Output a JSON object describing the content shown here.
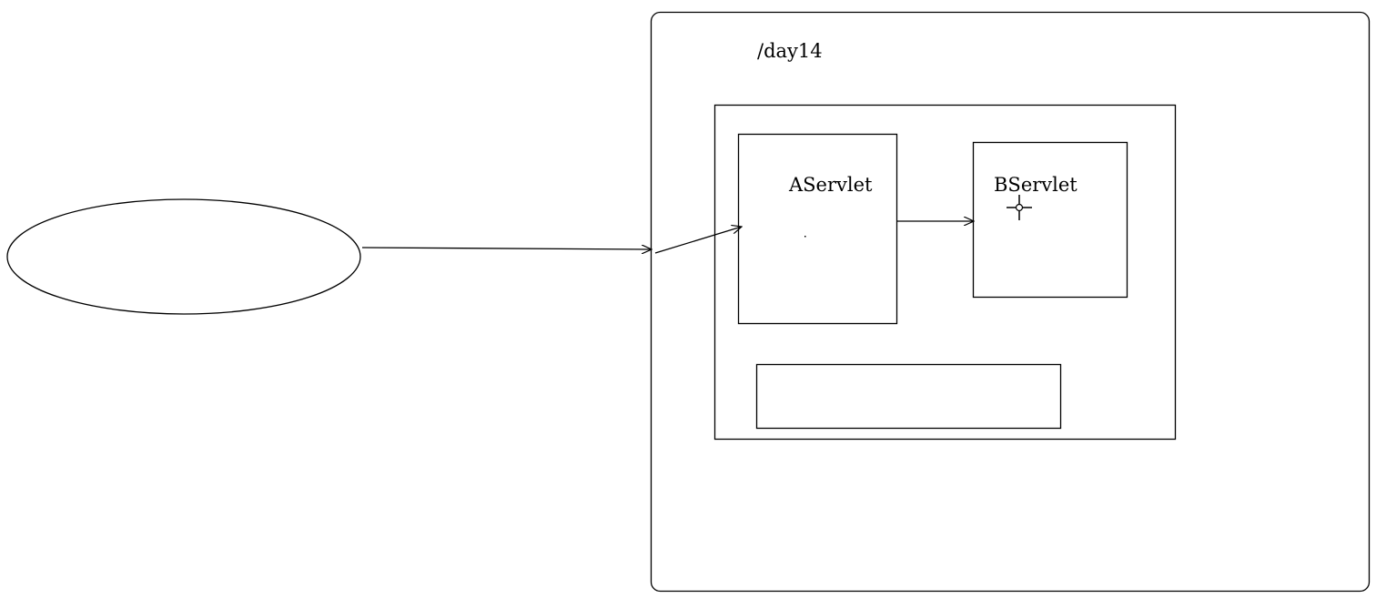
{
  "diagram": {
    "container_label": "/day14",
    "servlet_a_label": "AServlet",
    "servlet_b_label": "BServlet"
  }
}
